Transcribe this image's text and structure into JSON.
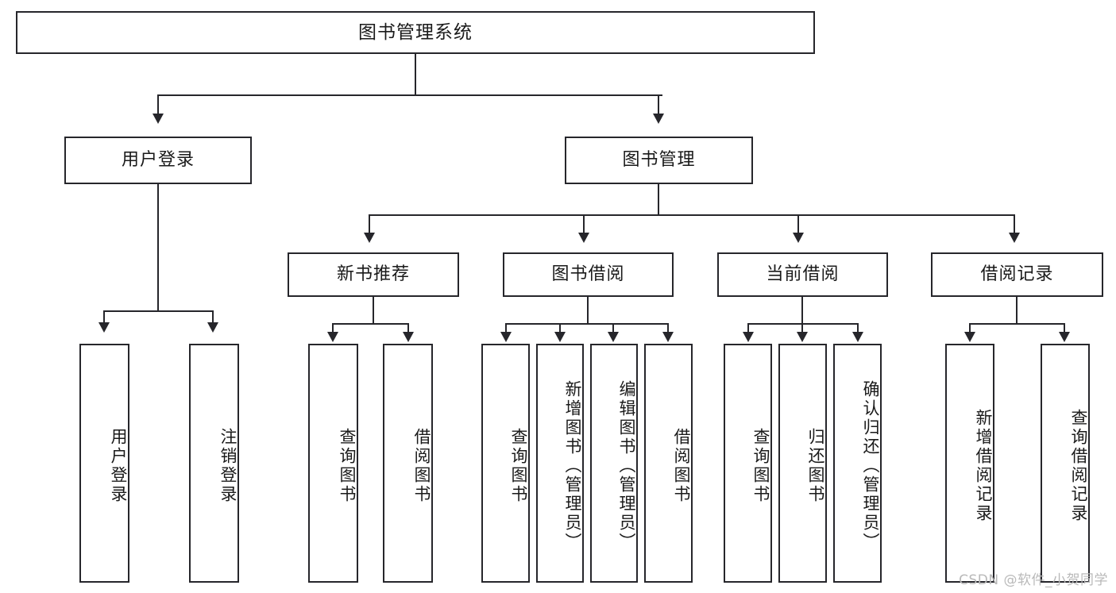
{
  "diagram": {
    "type": "tree",
    "title": "图书管理系统",
    "root": {
      "label": "图书管理系统"
    },
    "level2": [
      {
        "label": "用户登录"
      },
      {
        "label": "图书管理"
      }
    ],
    "level3": [
      {
        "label": "新书推荐"
      },
      {
        "label": "图书借阅"
      },
      {
        "label": "当前借阅"
      },
      {
        "label": "借阅记录"
      }
    ],
    "leaves": {
      "user_login": [
        {
          "label": "用户登录"
        },
        {
          "label": "注销登录"
        }
      ],
      "new_book_recommend": [
        {
          "label": "查询图书"
        },
        {
          "label": "借阅图书"
        }
      ],
      "book_borrow": [
        {
          "label": "查询图书"
        },
        {
          "label": "新增图书（管理员）"
        },
        {
          "label": "编辑图书（管理员）"
        },
        {
          "label": "借阅图书"
        }
      ],
      "current_borrow": [
        {
          "label": "查询图书"
        },
        {
          "label": "归还图书"
        },
        {
          "label": "确认归还（管理员）"
        }
      ],
      "borrow_record": [
        {
          "label": "新增借阅记录"
        },
        {
          "label": "查询借阅记录"
        }
      ]
    }
  },
  "watermark": {
    "text": "CSDN @软件_小贺同学"
  },
  "colors": {
    "stroke": "#26262b",
    "fill": "#ffffff",
    "text": "#1a1a1a",
    "watermark": "#b9b9b9"
  }
}
